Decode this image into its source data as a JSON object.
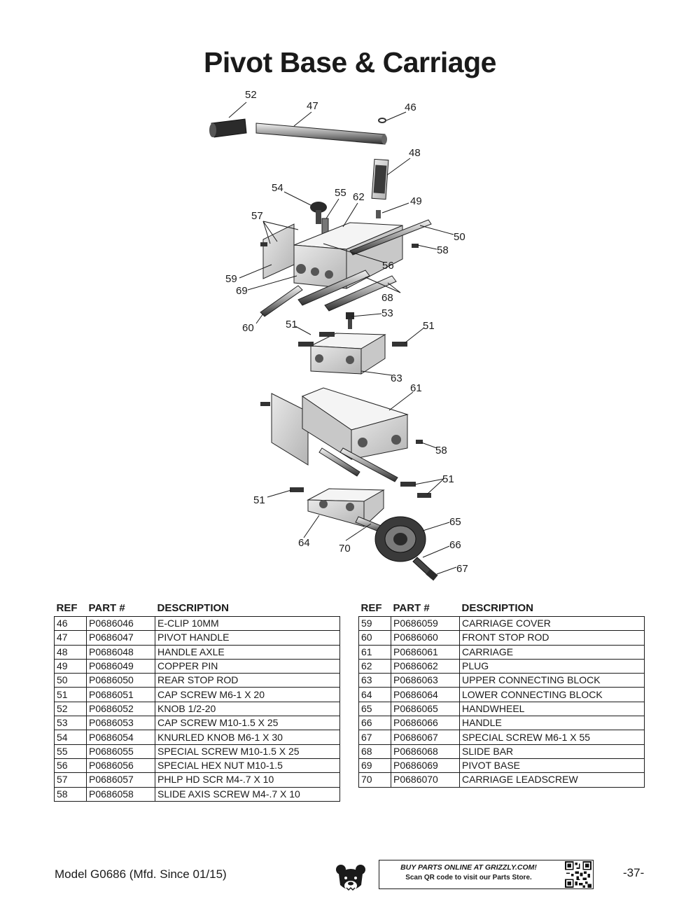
{
  "page": {
    "title": "Pivot Base & Carriage",
    "model_line": "Model G0686 (Mfd. Since 01/15)",
    "page_number": "-37-"
  },
  "promo": {
    "line1": "BUY PARTS ONLINE AT GRIZZLY.COM!",
    "line2": "Scan QR code to visit our Parts Store."
  },
  "diagram": {
    "callouts": [
      "52",
      "47",
      "46",
      "48",
      "54",
      "55",
      "62",
      "49",
      "57",
      "50",
      "58",
      "56",
      "59",
      "69",
      "68",
      "53",
      "60",
      "51",
      "51",
      "63",
      "61",
      "58",
      "51",
      "51",
      "65",
      "64",
      "70",
      "66",
      "67"
    ]
  },
  "table_headers": {
    "ref": "REF",
    "part": "PART #",
    "desc": "DESCRIPTION"
  },
  "parts_left": [
    {
      "ref": "46",
      "part": "P0686046",
      "desc": "E-CLIP 10MM"
    },
    {
      "ref": "47",
      "part": "P0686047",
      "desc": "PIVOT HANDLE"
    },
    {
      "ref": "48",
      "part": "P0686048",
      "desc": "HANDLE AXLE"
    },
    {
      "ref": "49",
      "part": "P0686049",
      "desc": "COPPER PIN"
    },
    {
      "ref": "50",
      "part": "P0686050",
      "desc": "REAR STOP ROD"
    },
    {
      "ref": "51",
      "part": "P0686051",
      "desc": "CAP SCREW M6-1 X 20"
    },
    {
      "ref": "52",
      "part": "P0686052",
      "desc": "KNOB 1/2-20"
    },
    {
      "ref": "53",
      "part": "P0686053",
      "desc": "CAP SCREW M10-1.5 X 25"
    },
    {
      "ref": "54",
      "part": "P0686054",
      "desc": "KNURLED KNOB M6-1 X 30"
    },
    {
      "ref": "55",
      "part": "P0686055",
      "desc": "SPECIAL SCREW M10-1.5 X 25"
    },
    {
      "ref": "56",
      "part": "P0686056",
      "desc": "SPECIAL HEX NUT M10-1.5"
    },
    {
      "ref": "57",
      "part": "P0686057",
      "desc": "PHLP HD SCR M4-.7 X 10"
    },
    {
      "ref": "58",
      "part": "P0686058",
      "desc": "SLIDE AXIS SCREW M4-.7 X 10"
    }
  ],
  "parts_right": [
    {
      "ref": "59",
      "part": "P0686059",
      "desc": "CARRIAGE COVER"
    },
    {
      "ref": "60",
      "part": "P0686060",
      "desc": "FRONT STOP ROD"
    },
    {
      "ref": "61",
      "part": "P0686061",
      "desc": "CARRIAGE"
    },
    {
      "ref": "62",
      "part": "P0686062",
      "desc": "PLUG"
    },
    {
      "ref": "63",
      "part": "P0686063",
      "desc": "UPPER CONNECTING BLOCK"
    },
    {
      "ref": "64",
      "part": "P0686064",
      "desc": "LOWER CONNECTING BLOCK"
    },
    {
      "ref": "65",
      "part": "P0686065",
      "desc": "HANDWHEEL"
    },
    {
      "ref": "66",
      "part": "P0686066",
      "desc": "HANDLE"
    },
    {
      "ref": "67",
      "part": "P0686067",
      "desc": "SPECIAL SCREW M6-1 X 55"
    },
    {
      "ref": "68",
      "part": "P0686068",
      "desc": "SLIDE BAR"
    },
    {
      "ref": "69",
      "part": "P0686069",
      "desc": "PIVOT BASE"
    },
    {
      "ref": "70",
      "part": "P0686070",
      "desc": "CARRIAGE LEADSCREW"
    }
  ]
}
